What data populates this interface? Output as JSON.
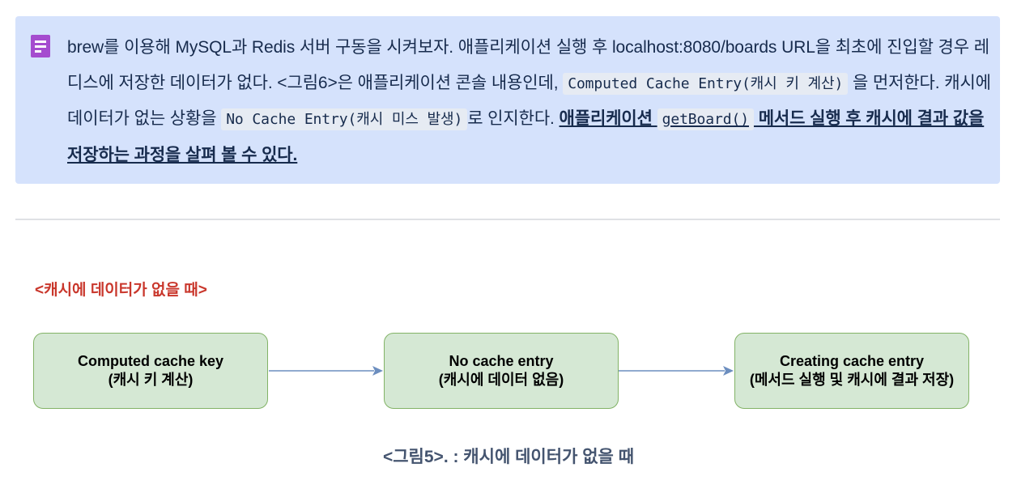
{
  "callout": {
    "icon": "note-icon",
    "background": "#d5e2fc",
    "icon_color": "#a54ccf",
    "seg1": "brew를 이용해 MySQL과 Redis 서버 구동을 시켜보자. 애플리케이션 실행 후 localhost:8080/boards URL을 최초에 진입할 경우 레디스에 저장한 데이터가 없다. <그림6>은 애플리케이션 콘솔 내용인데, ",
    "code1": "Computed Cache Entry(캐시 키 계산)",
    "seg2": " 을 먼저한다. 캐시에 데이터가 없는 상황을 ",
    "code2": "No Cache Entry(캐시 미스 발생)",
    "seg3": "로 인지한다. ",
    "bold1": "애플리케이션 ",
    "code3": "getBoard()",
    "bold2": " 메서드  실행 후 캐시에 결과 값을 저장하는 과정을 살펴 볼 수 있다."
  },
  "diagram": {
    "title": "<캐시에 데이터가 없을 때>",
    "title_color": "#c9372c",
    "node_fill": "#d5e8d4",
    "node_stroke": "#82b366",
    "arrow_color": "#6c8ebf",
    "nodes": [
      {
        "line1": "Computed cache key",
        "line2": "(캐시 키 계산)"
      },
      {
        "line1": "No cache entry",
        "line2": "(캐시에 데이터 없음)"
      },
      {
        "line1": "Creating cache entry",
        "line2": "(메서드 실행 및 캐시에 결과 저장)"
      }
    ]
  },
  "caption": "<그림5>. : 캐시에 데이터가 없을 때"
}
